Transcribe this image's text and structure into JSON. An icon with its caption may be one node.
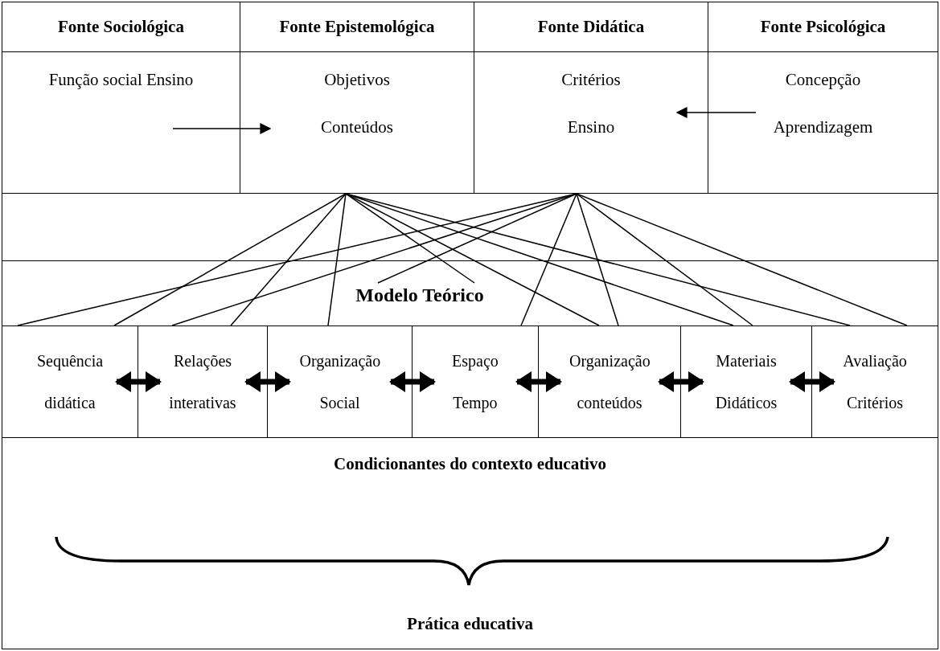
{
  "diagram": {
    "nodes": [
      {
        "text": [
          "Fonte Sociológica"
        ]
      },
      {
        "text": [
          "Fonte Epistemológica"
        ]
      },
      {
        "text": [
          "Fonte Didática"
        ]
      },
      {
        "text": [
          "Fonte Psicológica"
        ]
      },
      {
        "text": [
          "Função social Ensino"
        ]
      },
      {
        "text": [
          "Objetivos",
          "Conteúdos"
        ]
      },
      {
        "text": [
          "Critérios",
          "Ensino"
        ]
      },
      {
        "text": [
          "Concepção",
          "Aprendizagem"
        ]
      },
      {
        "text": [
          "Modelo Teórico"
        ]
      },
      {
        "text": [
          "Sequência didática"
        ]
      },
      {
        "text": [
          "Relações interativas"
        ]
      },
      {
        "text": [
          "Organização Social"
        ]
      },
      {
        "text": [
          "Espaço Tempo"
        ]
      },
      {
        "text": [
          "Organização conteúdos"
        ]
      },
      {
        "text": [
          "Materiais Didáticos"
        ]
      },
      {
        "text": [
          "Avaliação Critérios"
        ]
      },
      {
        "text": [
          "Condicionantes do contexto educativo",
          "Prática educativa"
        ]
      }
    ],
    "edges": [
      {
        "from": 4,
        "to": 5,
        "arrow": "to"
      },
      {
        "from": 7,
        "to": 6,
        "arrow": "to"
      },
      {
        "from": 5,
        "to": 9,
        "arrow": "none"
      },
      {
        "from": 5,
        "to": 10,
        "arrow": "none"
      },
      {
        "from": 5,
        "to": 11,
        "arrow": "none"
      },
      {
        "from": 5,
        "to": 8,
        "arrow": "none"
      },
      {
        "from": 5,
        "to": 13,
        "arrow": "none"
      },
      {
        "from": 5,
        "to": 14,
        "arrow": "none"
      },
      {
        "from": 5,
        "to": 15,
        "arrow": "none"
      },
      {
        "from": 6,
        "to": 9,
        "arrow": "none"
      },
      {
        "from": 6,
        "to": 10,
        "arrow": "none"
      },
      {
        "from": 6,
        "to": 8,
        "arrow": "none"
      },
      {
        "from": 6,
        "to": 12,
        "arrow": "none"
      },
      {
        "from": 6,
        "to": 13,
        "arrow": "none"
      },
      {
        "from": 6,
        "to": 14,
        "arrow": "none"
      },
      {
        "from": 6,
        "to": 15,
        "arrow": "none"
      },
      {
        "from": 9,
        "to": 10,
        "arrow": "both",
        "style": "thick"
      },
      {
        "from": 10,
        "to": 11,
        "arrow": "both",
        "style": "thick"
      },
      {
        "from": 11,
        "to": 12,
        "arrow": "both",
        "style": "thick"
      },
      {
        "from": 12,
        "to": 13,
        "arrow": "both",
        "style": "thick"
      },
      {
        "from": 13,
        "to": 14,
        "arrow": "both",
        "style": "thick"
      },
      {
        "from": 14,
        "to": 15,
        "arrow": "both",
        "style": "thick"
      }
    ]
  }
}
